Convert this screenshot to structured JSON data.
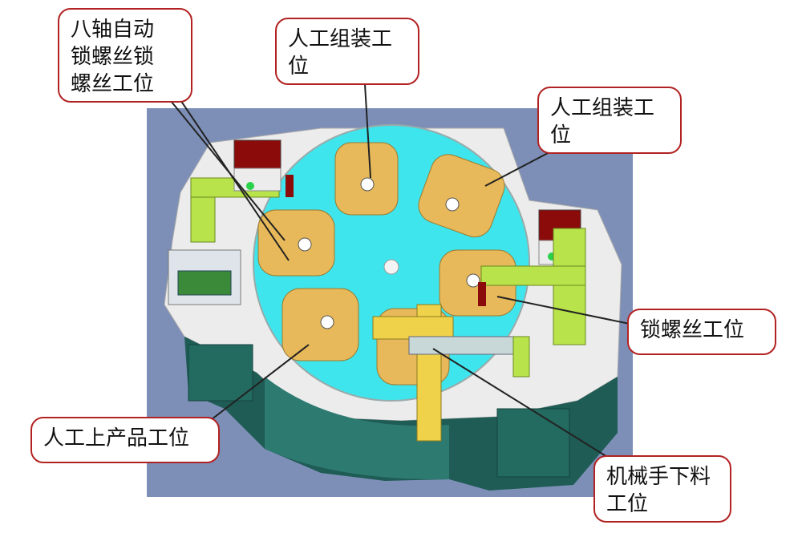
{
  "colors": {
    "background": "#7d8fb7",
    "turntable": "#3fe5ec",
    "fixture": "#e7b95a",
    "machine_top": "#ececec",
    "machine_side": "#1f5c55",
    "lime": "#b8e34a",
    "callout_border": "#b22222"
  },
  "labels": {
    "eight_axis": [
      "八轴自动",
      "锁螺丝锁",
      "螺丝工位"
    ],
    "manual_assembly_1": [
      "人工组装工",
      "位"
    ],
    "manual_assembly_2": [
      "人工组装工",
      "位"
    ],
    "screw_station": [
      "锁螺丝工位"
    ],
    "manual_load": [
      "人工上产品工位"
    ],
    "robot_unload": [
      "机械手下料",
      "工位"
    ]
  },
  "icons": [
    "turntable",
    "fixture",
    "screw-head",
    "control-panel",
    "robot-arm",
    "feeder-box"
  ]
}
